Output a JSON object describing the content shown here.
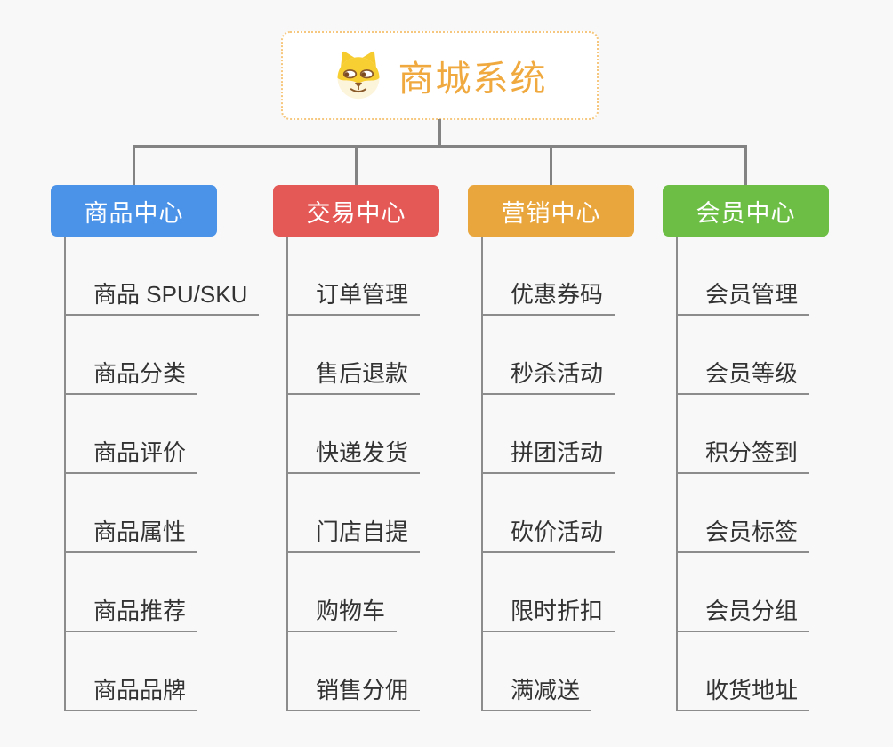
{
  "root": {
    "title": "商城系统",
    "icon": "shiba-dog-icon",
    "title_color": "#EFA93F",
    "border_color": "#F6C87F"
  },
  "line_color": "#8C8C8C",
  "background": "#F8F8F8",
  "branches": [
    {
      "label": "商品中心",
      "color": "#4B93E8",
      "items": [
        "商品 SPU/SKU",
        "商品分类",
        "商品评价",
        "商品属性",
        "商品推荐",
        "商品品牌"
      ]
    },
    {
      "label": "交易中心",
      "color": "#E45856",
      "items": [
        "订单管理",
        "售后退款",
        "快递发货",
        "门店自提",
        "购物车",
        "销售分佣"
      ]
    },
    {
      "label": "营销中心",
      "color": "#E9A63C",
      "items": [
        "优惠券码",
        "秒杀活动",
        "拼团活动",
        "砍价活动",
        "限时折扣",
        "满减送"
      ]
    },
    {
      "label": "会员中心",
      "color": "#6CBE44",
      "items": [
        "会员管理",
        "会员等级",
        "积分签到",
        "会员标签",
        "会员分组",
        "收货地址"
      ]
    }
  ]
}
